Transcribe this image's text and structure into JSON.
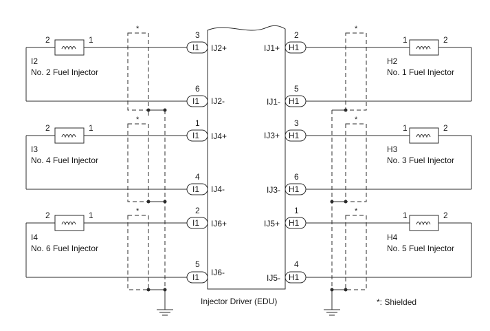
{
  "edu": {
    "label": "Injector Driver (EDU)"
  },
  "legend": {
    "shielded": "*: Shielded"
  },
  "shield_mark": "*",
  "left_connector": "I1",
  "right_connector": "H1",
  "injectors": [
    {
      "id": "I2",
      "name": "No. 2 Fuel Injector",
      "pin_a": "2",
      "pin_b": "1"
    },
    {
      "id": "I3",
      "name": "No. 4 Fuel Injector",
      "pin_a": "2",
      "pin_b": "1"
    },
    {
      "id": "I4",
      "name": "No. 6 Fuel Injector",
      "pin_a": "2",
      "pin_b": "1"
    },
    {
      "id": "H2",
      "name": "No. 1 Fuel Injector",
      "pin_a": "1",
      "pin_b": "2"
    },
    {
      "id": "H3",
      "name": "No. 3 Fuel Injector",
      "pin_a": "1",
      "pin_b": "2"
    },
    {
      "id": "H4",
      "name": "No. 5 Fuel Injector",
      "pin_a": "1",
      "pin_b": "2"
    }
  ],
  "terminals_left": [
    {
      "pin": "3",
      "name": "IJ2+"
    },
    {
      "pin": "6",
      "name": "IJ2-"
    },
    {
      "pin": "1",
      "name": "IJ4+"
    },
    {
      "pin": "4",
      "name": "IJ4-"
    },
    {
      "pin": "2",
      "name": "IJ6+"
    },
    {
      "pin": "5",
      "name": "IJ6-"
    }
  ],
  "terminals_right": [
    {
      "pin": "2",
      "name": "IJ1+"
    },
    {
      "pin": "5",
      "name": "IJ1-"
    },
    {
      "pin": "3",
      "name": "IJ3+"
    },
    {
      "pin": "6",
      "name": "IJ3-"
    },
    {
      "pin": "1",
      "name": "IJ5+"
    },
    {
      "pin": "4",
      "name": "IJ5-"
    }
  ]
}
